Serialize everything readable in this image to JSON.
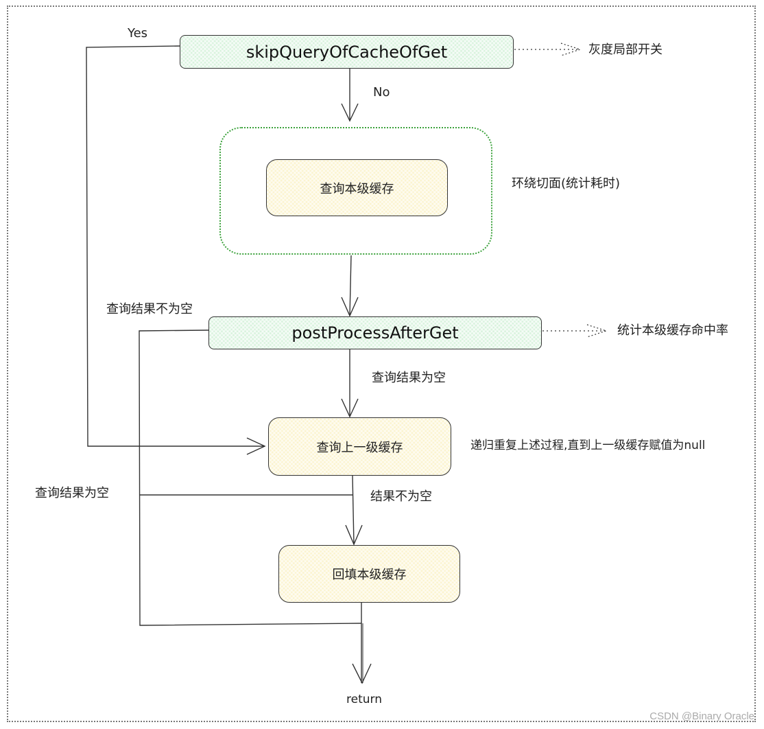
{
  "nodes": {
    "skip_query": "skipQueryOfCacheOfGet",
    "query_local": "查询本级缓存",
    "post_process": "postProcessAfterGet",
    "query_upper": "查询上一级缓存",
    "backfill_local": "回填本级缓存"
  },
  "edge_labels": {
    "yes": "Yes",
    "no": "No",
    "result_not_empty_1": "查询结果不为空",
    "result_empty_1": "查询结果为空",
    "result_empty_2": "查询结果为空",
    "result_not_empty_2": "结果不为空"
  },
  "annotations": {
    "gray_switch": "灰度局部开关",
    "around_aspect": "环绕切面(统计耗时)",
    "hit_rate": "统计本级缓存命中率",
    "recursion": "递归重复上述过程,直到上一级缓存赋值为null"
  },
  "terminal": "return",
  "watermark": "CSDN @Binary Oracle",
  "colors": {
    "green_fill": "#d6f2db",
    "yellow_fill": "#fbf3cc",
    "aspect_border": "#3aa13a",
    "line": "#333333"
  }
}
